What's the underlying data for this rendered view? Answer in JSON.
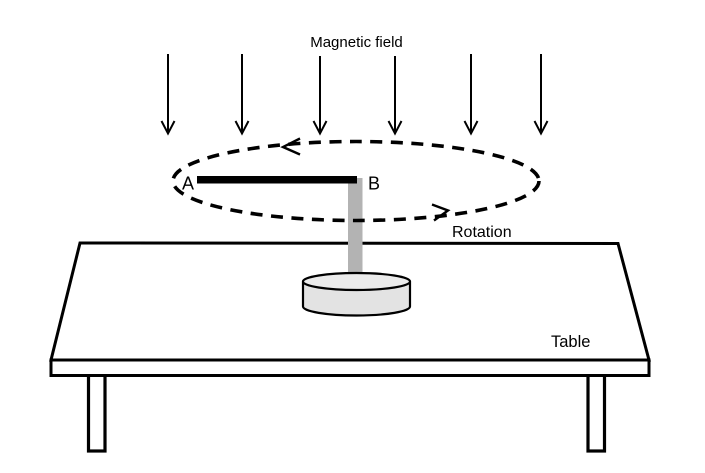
{
  "diagram": {
    "background": "#ffffff",
    "ink": "#000000",
    "labels": {
      "magnetic_field": "Magnetic field",
      "rotation": "Rotation",
      "table": "Table",
      "rod_end_a": "A",
      "rod_end_b": "B"
    },
    "colors": {
      "rod": "#000000",
      "post": "#b3b3b3",
      "base_side": "#e3e3e3",
      "base_top": "#ebebeb"
    },
    "field_arrow_count": 6
  }
}
